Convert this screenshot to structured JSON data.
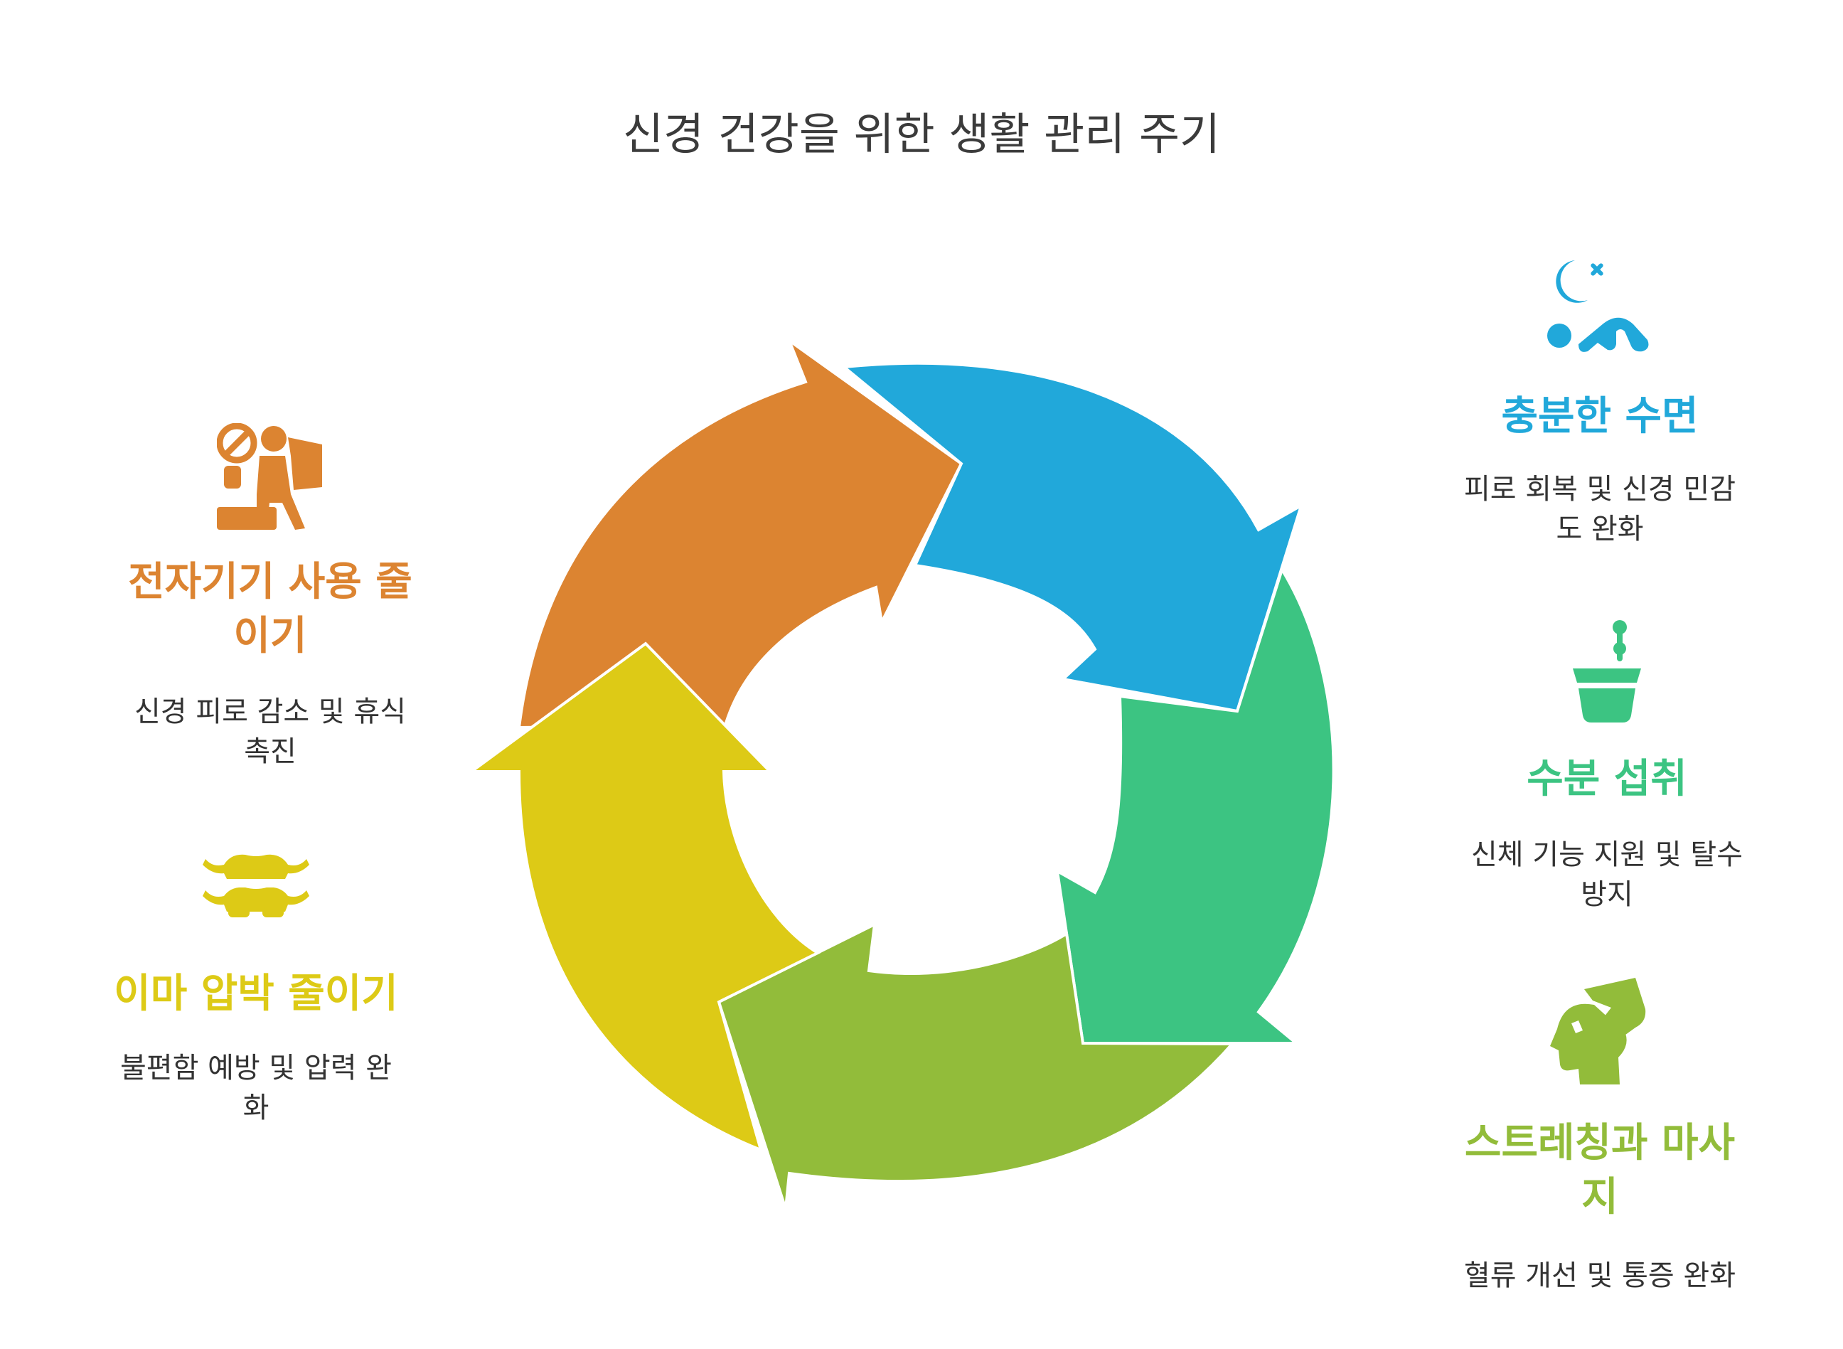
{
  "title": "신경 건강을 위한 생활 관리 주기",
  "colors": {
    "blue": "#21A8DA",
    "green": "#3CC482",
    "lime": "#92BC3A",
    "yellow": "#DDCA16",
    "orange": "#DC8431"
  },
  "steps": [
    {
      "heading_line1": "충분한 수면",
      "heading_line2": "",
      "desc_line1": "피로 회복 및 신경 민감",
      "desc_line2": "도 완화",
      "icon": "sleeping-person-icon",
      "color": "#21A8DA"
    },
    {
      "heading_line1": "수분 섭취",
      "heading_line2": "",
      "desc_line1": "신체 기능 지원 및 탈수",
      "desc_line2": "방지",
      "icon": "water-glass-icon",
      "color": "#3CC482"
    },
    {
      "heading_line1": "스트레칭과 마사",
      "heading_line2": "지",
      "desc_line1": "혈류 개선 및 통증 완화",
      "desc_line2": "",
      "icon": "head-massage-icon",
      "color": "#92BC3A"
    },
    {
      "heading_line1": "이마 압박 줄이기",
      "heading_line2": "",
      "desc_line1": "불편함 예방 및 압력 완",
      "desc_line2": "화",
      "icon": "spine-vertebrae-icon",
      "color": "#DDCA16"
    },
    {
      "heading_line1": "전자기기 사용 줄",
      "heading_line2": "이기",
      "desc_line1": "신경 피로 감소 및 휴식",
      "desc_line2": "촉진",
      "icon": "no-device-icon",
      "color": "#DC8431"
    }
  ]
}
